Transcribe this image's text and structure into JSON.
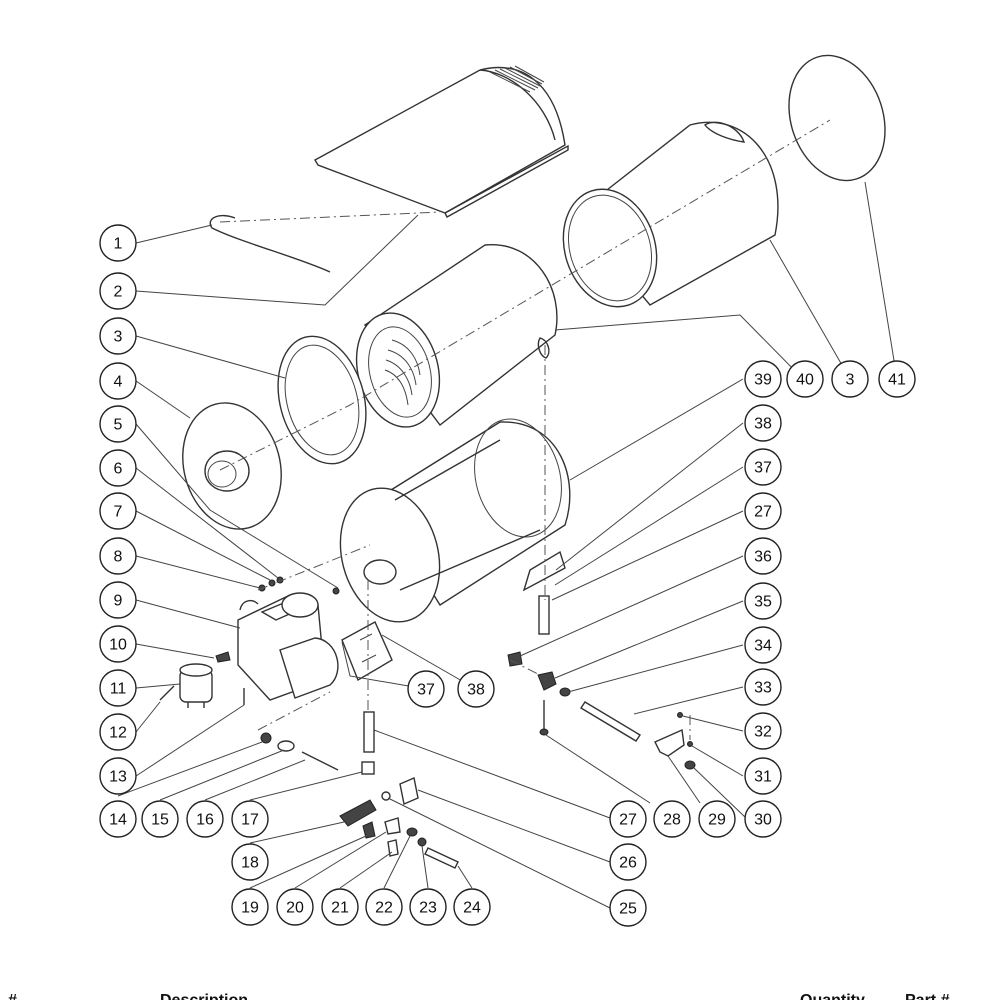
{
  "diagram": {
    "callouts": [
      {
        "id": "c1",
        "label": "1"
      },
      {
        "id": "c2",
        "label": "2"
      },
      {
        "id": "c3a",
        "label": "3"
      },
      {
        "id": "c4",
        "label": "4"
      },
      {
        "id": "c5",
        "label": "5"
      },
      {
        "id": "c6",
        "label": "6"
      },
      {
        "id": "c7",
        "label": "7"
      },
      {
        "id": "c8",
        "label": "8"
      },
      {
        "id": "c9",
        "label": "9"
      },
      {
        "id": "c10",
        "label": "10"
      },
      {
        "id": "c11",
        "label": "11"
      },
      {
        "id": "c12",
        "label": "12"
      },
      {
        "id": "c13",
        "label": "13"
      },
      {
        "id": "c14",
        "label": "14"
      },
      {
        "id": "c15",
        "label": "15"
      },
      {
        "id": "c16",
        "label": "16"
      },
      {
        "id": "c17",
        "label": "17"
      },
      {
        "id": "c18",
        "label": "18"
      },
      {
        "id": "c19",
        "label": "19"
      },
      {
        "id": "c20",
        "label": "20"
      },
      {
        "id": "c21",
        "label": "21"
      },
      {
        "id": "c22",
        "label": "22"
      },
      {
        "id": "c23",
        "label": "23"
      },
      {
        "id": "c24",
        "label": "24"
      },
      {
        "id": "c25",
        "label": "25"
      },
      {
        "id": "c26",
        "label": "26"
      },
      {
        "id": "c27a",
        "label": "27"
      },
      {
        "id": "c28",
        "label": "28"
      },
      {
        "id": "c29",
        "label": "29"
      },
      {
        "id": "c30",
        "label": "30"
      },
      {
        "id": "c31",
        "label": "31"
      },
      {
        "id": "c32",
        "label": "32"
      },
      {
        "id": "c33",
        "label": "33"
      },
      {
        "id": "c34",
        "label": "34"
      },
      {
        "id": "c35",
        "label": "35"
      },
      {
        "id": "c36",
        "label": "36"
      },
      {
        "id": "c27b",
        "label": "27"
      },
      {
        "id": "c37a",
        "label": "37"
      },
      {
        "id": "c38a",
        "label": "38"
      },
      {
        "id": "c39",
        "label": "39"
      },
      {
        "id": "c40",
        "label": "40"
      },
      {
        "id": "c3b",
        "label": "3"
      },
      {
        "id": "c41",
        "label": "41"
      },
      {
        "id": "c37b",
        "label": "37"
      },
      {
        "id": "c38b",
        "label": "38"
      }
    ]
  },
  "footer": {
    "col1": "#",
    "col2": "Description",
    "col3": "Quantity",
    "col4": "Part #"
  }
}
